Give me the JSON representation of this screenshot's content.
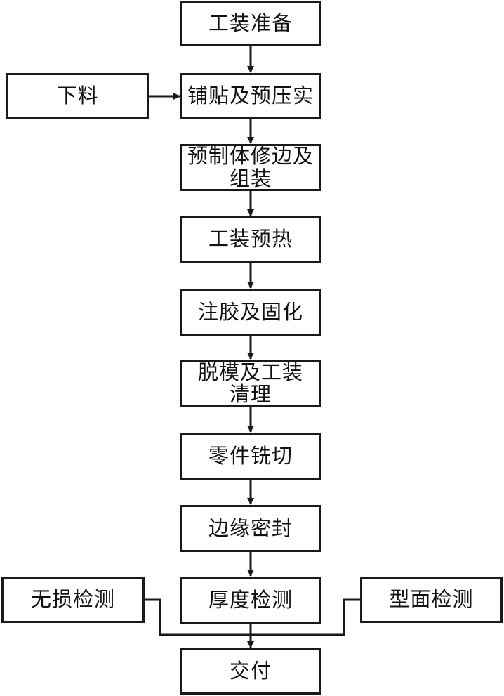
{
  "diagram": {
    "nodes": {
      "prep": "工装准备",
      "cut": "下料",
      "layup": "铺贴及预压实",
      "trim_1": "预制体修边及",
      "trim_2": "组装",
      "preheat": "工装预热",
      "inject": "注胶及固化",
      "demold_1": "脱模及工装",
      "demold_2": "清理",
      "mill": "零件铣切",
      "seal": "边缘密封",
      "ndt": "无损检测",
      "thickness": "厚度检测",
      "profile": "型面检测",
      "deliver": "交付"
    },
    "colors": {
      "line": "#1a1a1a",
      "box_border": "#1a1a1a",
      "text": "#111111"
    }
  }
}
